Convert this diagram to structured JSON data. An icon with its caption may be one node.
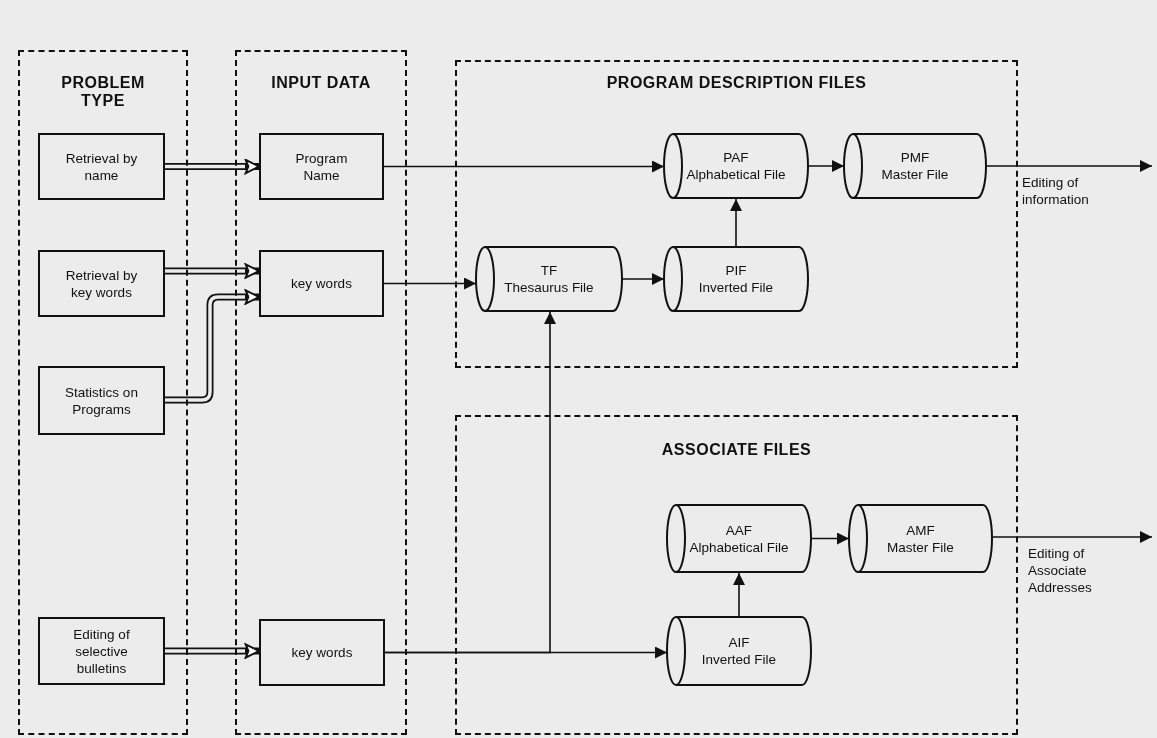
{
  "diagram": {
    "nodes": [
      {
        "text": [
          "PROBLEM TYPE"
        ]
      },
      {
        "text": [
          "Retrieval by name"
        ],
        "in": 0
      },
      {
        "text": [
          "Retrieval by key words"
        ],
        "in": 0
      },
      {
        "text": [
          "Statistics on Programs"
        ],
        "in": 0
      },
      {
        "text": [
          "Editing of selective bulletins"
        ],
        "in": 0
      },
      {
        "text": [
          "INPUT DATA"
        ]
      },
      {
        "text": [
          "Program Name"
        ],
        "in": 5
      },
      {
        "text": [
          "key words"
        ],
        "in": 5
      },
      {
        "text": [
          "key words"
        ],
        "in": 5
      },
      {
        "text": [
          "PROGRAM DESCRIPTION FILES"
        ]
      },
      {
        "text": [
          "PAF",
          "Alphabetical File"
        ],
        "in": 9
      },
      {
        "text": [
          "PMF",
          "Master File"
        ],
        "in": 9
      },
      {
        "text": [
          "TF",
          "Thesaurus File"
        ],
        "in": 9
      },
      {
        "text": [
          "PIF",
          "Inverted File"
        ],
        "in": 9
      },
      {
        "text": [
          "ASSOCIATE FILES"
        ]
      },
      {
        "text": [
          "AAF",
          "Alphabetical File"
        ],
        "in": 14
      },
      {
        "text": [
          "AMF",
          "Master File"
        ],
        "in": 14
      },
      {
        "text": [
          "AIF",
          "Inverted File"
        ],
        "in": 14
      }
    ],
    "edges": [
      {
        "from": 1,
        "to": 6,
        "arrow": "to",
        "style": "thick"
      },
      {
        "from": 2,
        "to": 7,
        "arrow": "to",
        "style": "thick"
      },
      {
        "from": 3,
        "to": 7,
        "arrow": "to",
        "style": "thick"
      },
      {
        "from": 4,
        "to": 8,
        "arrow": "to",
        "style": "thick"
      },
      {
        "from": 6,
        "to": 10,
        "arrow": "to"
      },
      {
        "from": 7,
        "to": 12,
        "arrow": "to"
      },
      {
        "from": 12,
        "to": 13,
        "arrow": "to"
      },
      {
        "from": 13,
        "to": 10,
        "arrow": "to"
      },
      {
        "from": 10,
        "to": 11,
        "arrow": "to"
      },
      {
        "from": 11,
        "to": null,
        "arrow": "to",
        "label": "Editing of information"
      },
      {
        "from": 8,
        "to": 12,
        "arrow": "to"
      },
      {
        "from": 8,
        "to": 17,
        "arrow": "to"
      },
      {
        "from": 17,
        "to": 15,
        "arrow": "to"
      },
      {
        "from": 15,
        "to": 16,
        "arrow": "to"
      },
      {
        "from": 16,
        "to": null,
        "arrow": "to",
        "label": "Editing of Associate Addresses"
      }
    ]
  }
}
